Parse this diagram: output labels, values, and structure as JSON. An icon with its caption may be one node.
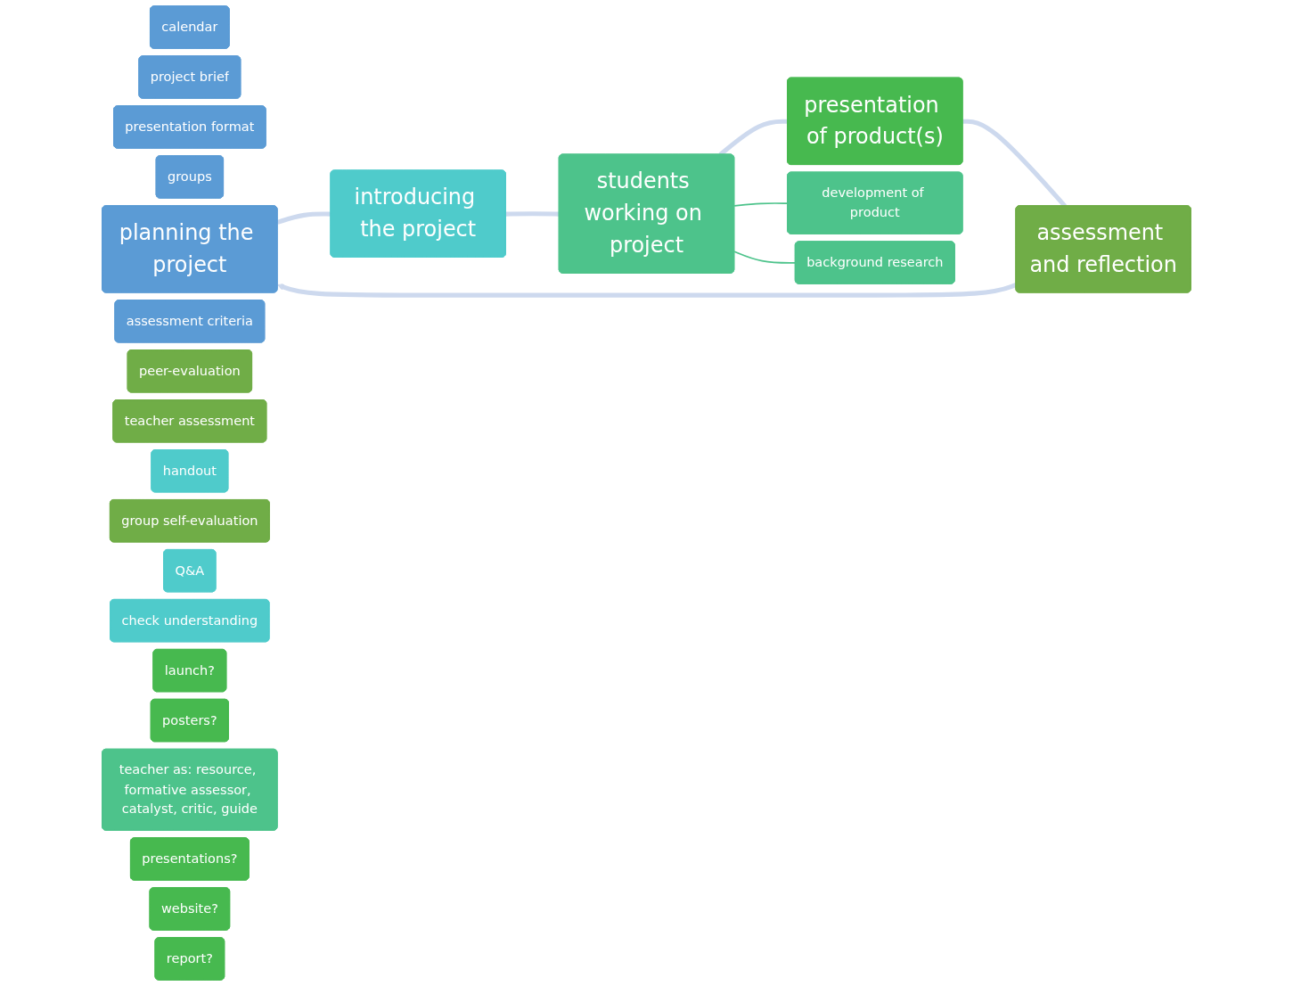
{
  "diagram": {
    "nodes": [
      {
        "text": [
          "calendar"
        ]
      },
      {
        "text": [
          "project brief"
        ]
      },
      {
        "text": [
          "presentation format"
        ]
      },
      {
        "text": [
          "groups"
        ]
      },
      {
        "text": [
          "planning the project"
        ]
      },
      {
        "text": [
          "assessment criteria"
        ]
      },
      {
        "text": [
          "peer-evaluation"
        ]
      },
      {
        "text": [
          "teacher assessment"
        ]
      },
      {
        "text": [
          "handout"
        ]
      },
      {
        "text": [
          "assessment and reflection"
        ]
      },
      {
        "text": [
          "group self-evaluation"
        ]
      },
      {
        "text": [
          "introducing the project"
        ]
      },
      {
        "text": [
          "Q&A"
        ]
      },
      {
        "text": [
          "check understanding"
        ]
      },
      {
        "text": [
          "launch?"
        ]
      },
      {
        "text": [
          "posters?"
        ]
      },
      {
        "text": [
          "presentation of product(s)"
        ]
      },
      {
        "text": [
          "students working on project"
        ]
      },
      {
        "text": [
          "teacher as: resource, formative assessor, catalyst, critic, guide"
        ]
      },
      {
        "text": [
          "presentations?"
        ]
      },
      {
        "text": [
          "website?"
        ]
      },
      {
        "text": [
          "report?"
        ]
      },
      {
        "text": [
          "development of product"
        ]
      },
      {
        "text": [
          "background research"
        ]
      }
    ],
    "edges": [
      {
        "from": 4,
        "to": 11,
        "arrow": "none"
      },
      {
        "from": 11,
        "to": 17,
        "arrow": "none"
      },
      {
        "from": 17,
        "to": 16,
        "arrow": "none"
      },
      {
        "from": 16,
        "to": 9,
        "arrow": "none"
      },
      {
        "from": 9,
        "to": 4,
        "arrow": "to"
      },
      {
        "from": 17,
        "to": 22,
        "arrow": "none",
        "color": "#4dc38b"
      },
      {
        "from": 17,
        "to": 23,
        "arrow": "none",
        "color": "#4dc38b"
      }
    ]
  }
}
